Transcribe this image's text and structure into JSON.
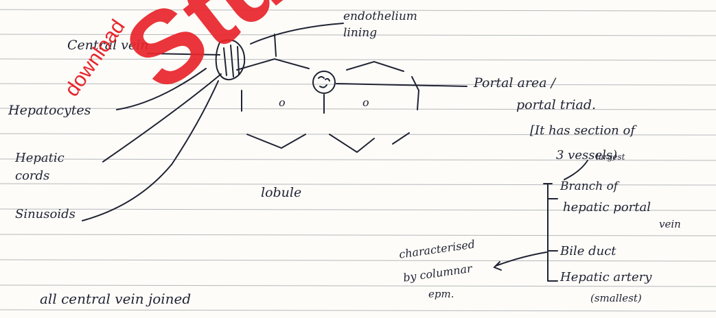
{
  "labels": {
    "central_vein": "Central vein",
    "endothelium_lining": "endothelium lining",
    "hepatocytes": "Hepatocytes",
    "hepatic_cords": "Hepatic cords",
    "sinusoids": "Sinusoids",
    "lobule": "lobule",
    "portal_area": "Portal area /",
    "portal_triad": "portal triad.",
    "section_note_1": "[It has section of",
    "section_note_2": "3 vessels)",
    "largest": "largest",
    "branch_1": "Branch of",
    "branch_2": "hepatic portal",
    "branch_3": "vein",
    "bile_duct": "Bile duct",
    "hepatic_artery": "Hepatic artery",
    "smallest": "(smallest)",
    "characterised_1": "characterised",
    "characterised_2": "by columnar",
    "characterised_3": "epm.",
    "bottom_note": "all central vein joined",
    "lobule_marks": [
      "o",
      "o"
    ]
  },
  "watermark": {
    "main": "Stude",
    "small": "download"
  },
  "colors": {
    "ink": "#1f2233",
    "rule_line": "#b5b7bd",
    "watermark": "#e8252b",
    "paper": "#fdfcf8"
  }
}
